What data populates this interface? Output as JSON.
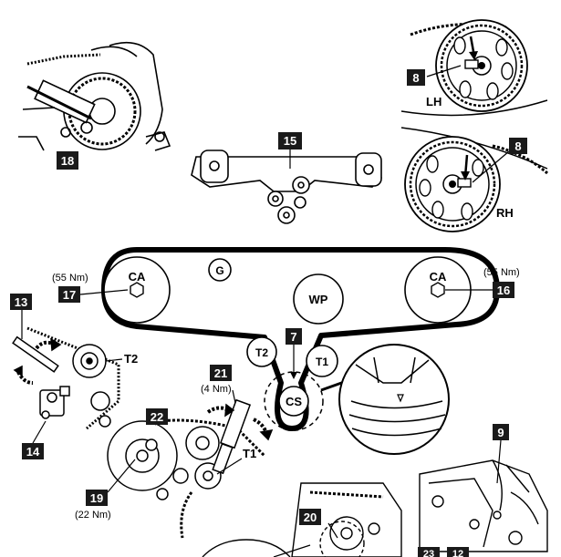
{
  "labels": {
    "n18": "18",
    "n15": "15",
    "n8a": "8",
    "n8b": "8",
    "lh": "LH",
    "rh": "RH",
    "ca_left": "CA",
    "ca_right": "CA",
    "torque_left": "(55 Nm)",
    "torque_right": "(55 Nm)",
    "n17": "17",
    "n16": "16",
    "g": "G",
    "wp": "WP",
    "n7": "7",
    "t2": "T2",
    "t1": "T1",
    "cs": "CS",
    "n13": "13",
    "t2_callout": "T2",
    "n14": "14",
    "n21": "21",
    "torque_21": "(4 Nm)",
    "n22": "22",
    "t1_callout": "T1",
    "n19": "19",
    "torque_19": "(22 Nm)",
    "n9": "9",
    "n20": "20",
    "n23": "23",
    "n12": "12"
  },
  "colors": {
    "ink": "#000000",
    "label_fill": "#1a1a1a",
    "label_text": "#ffffff",
    "paper": "#ffffff"
  }
}
